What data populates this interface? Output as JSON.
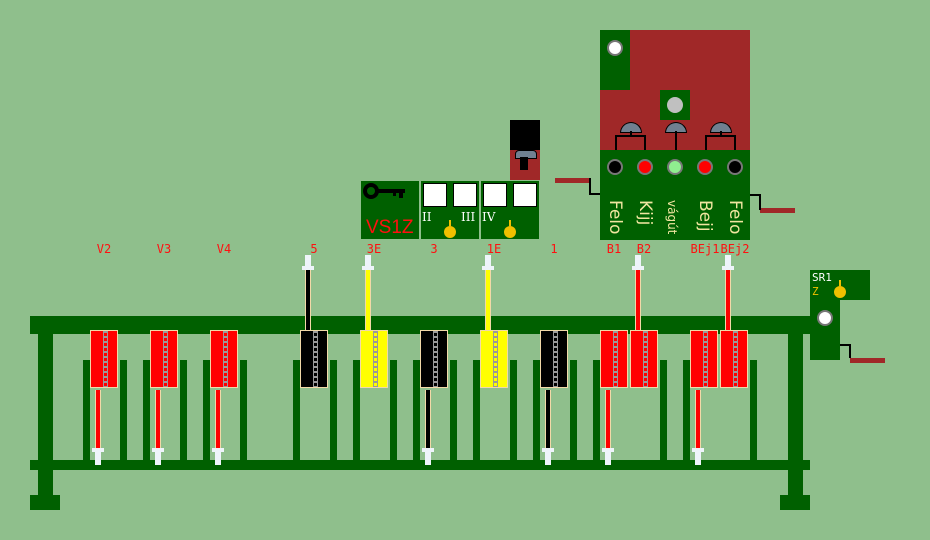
{
  "colors": {
    "background": "#8fbf8c",
    "track": "#006000",
    "red": "#ff0000",
    "yellow": "#ffff00",
    "black": "#000000",
    "panel_red": "#a02828",
    "label": "#ff1010"
  },
  "track_labels": [
    "V2",
    "V3",
    "V4",
    "5",
    "3E",
    "3",
    "1E",
    "1",
    "B1",
    "B2",
    "BEj1",
    "BEj2"
  ],
  "control_panel": {
    "key_label": "VS1Z",
    "key_icon": "key-icon",
    "group1": {
      "left": "II",
      "right": "III"
    },
    "group2": {
      "left": "IV"
    }
  },
  "signal_panel": {
    "labels": [
      "Felo",
      "Kijj",
      "vágút",
      "Bejj",
      "Felo"
    ],
    "lamps": [
      "#000000",
      "#ff0000",
      "#90ee90",
      "#ff0000",
      "#000000"
    ]
  },
  "sr_box": {
    "title": "SR1",
    "sub": "Z"
  }
}
